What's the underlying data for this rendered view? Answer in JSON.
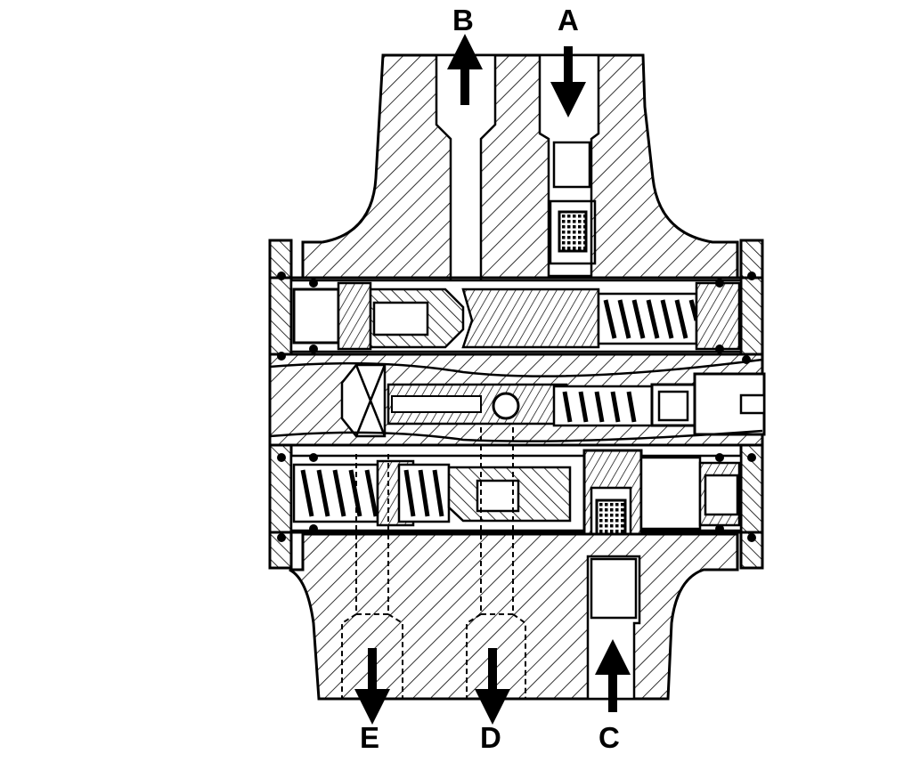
{
  "figure": {
    "ports": {
      "A": "A",
      "B": "B",
      "C": "C",
      "D": "D",
      "E": "E"
    }
  },
  "colors": {
    "ink": "#000000",
    "paper": "#ffffff"
  }
}
